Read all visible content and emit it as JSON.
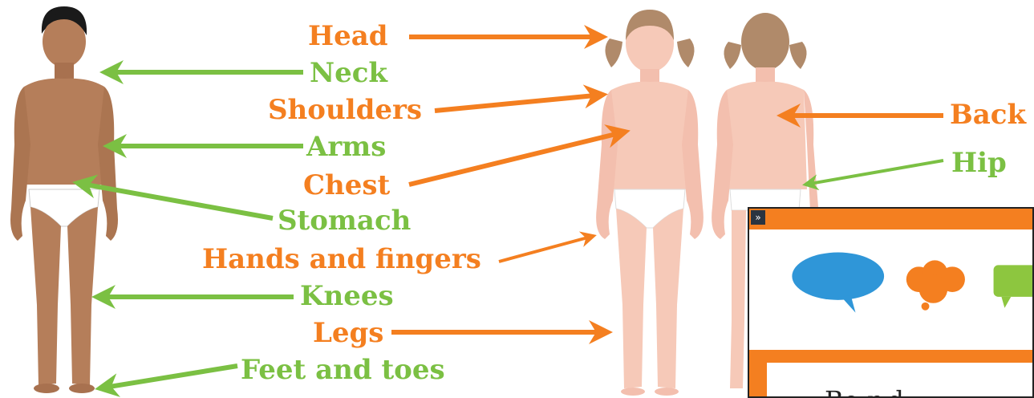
{
  "colors": {
    "orange": "#f47f20",
    "green": "#7bc043",
    "dark_skin": "#b57e5a",
    "light_skin": "#f6c9b8",
    "hair_brown": "#b08a6a"
  },
  "labels": [
    {
      "id": "head",
      "text": "Head",
      "color": "orange"
    },
    {
      "id": "neck",
      "text": "Neck",
      "color": "green"
    },
    {
      "id": "shoulders",
      "text": "Shoulders",
      "color": "orange"
    },
    {
      "id": "arms",
      "text": "Arms",
      "color": "green"
    },
    {
      "id": "chest",
      "text": "Chest",
      "color": "orange"
    },
    {
      "id": "stomach",
      "text": "Stomach",
      "color": "green"
    },
    {
      "id": "hands",
      "text": "Hands and fingers",
      "color": "orange"
    },
    {
      "id": "knees",
      "text": "Knees",
      "color": "green"
    },
    {
      "id": "legs",
      "text": "Legs",
      "color": "orange"
    },
    {
      "id": "feet",
      "text": "Feet and toes",
      "color": "green"
    },
    {
      "id": "back",
      "text": "Back",
      "color": "orange"
    },
    {
      "id": "hip",
      "text": "Hip",
      "color": "green"
    }
  ],
  "panel": {
    "toggle_icon": "»",
    "icons": [
      "blue-speech-bubble-icon",
      "orange-thought-bubble-icon",
      "green-speech-bubble-icon"
    ],
    "partial_text": "Bo     r     d"
  }
}
